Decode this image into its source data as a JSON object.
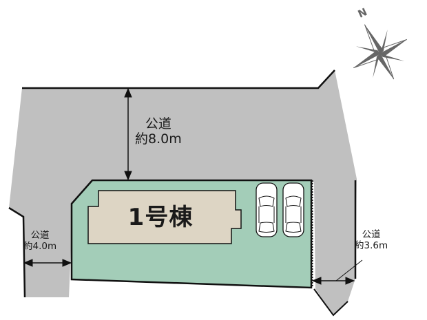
{
  "compass": {
    "north_label": "N",
    "icon": "compass-rose-icon"
  },
  "roads": {
    "main": {
      "line1": "公道",
      "line2": "約8.0m"
    },
    "left": {
      "line1": "公道",
      "line2": "約4.0m"
    },
    "right": {
      "line1": "公道",
      "line2": "約3.6m"
    }
  },
  "building": {
    "label": "1号棟"
  },
  "parking": {
    "spaces": 2,
    "icon": "car-icon"
  },
  "colors": {
    "road": "#c0c0c0",
    "lot": "#a3cdb8",
    "building": "#ddd5c4",
    "outline": "#111111",
    "compass": "#666666"
  }
}
